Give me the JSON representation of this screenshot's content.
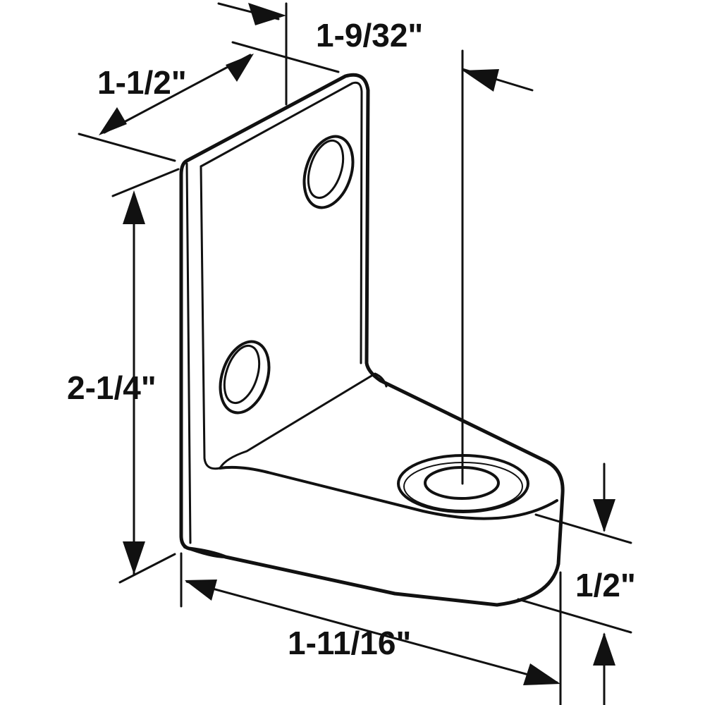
{
  "dimensions": {
    "top_offset": "1-9/32\"",
    "depth": "1-1/2\"",
    "height": "2-1/4\"",
    "thickness": "1/2\"",
    "length": "1-11/16\""
  },
  "colors": {
    "line": "#111111",
    "background": "#ffffff"
  }
}
